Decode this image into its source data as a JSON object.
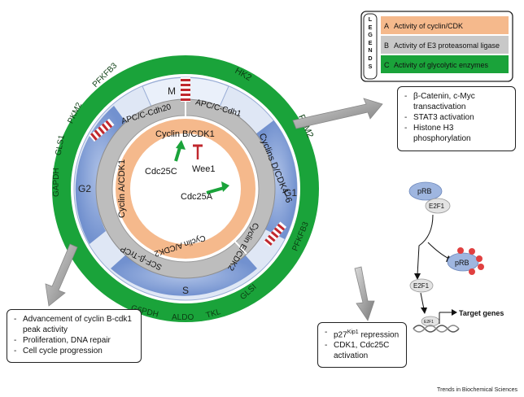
{
  "legend": {
    "title": "LEGENDS",
    "items": [
      {
        "key": "A",
        "label": "Activity of cyclin/CDK",
        "color": "#f5b98c"
      },
      {
        "key": "B",
        "label": "Activity of E3 proteasomal ligase",
        "color": "#c8c8c8"
      },
      {
        "key": "C",
        "label": "Activity of glycolytic enzymes",
        "color": "#1aa33a"
      }
    ]
  },
  "phases": {
    "M": "M",
    "G1": "G1",
    "S": "S",
    "G2": "G2"
  },
  "outer_enzymes": {
    "hk2": "HK2",
    "pkm2_right": "PKM2",
    "pfkfb3_right": "PFKFB3",
    "glsi_bottom": "GLSI",
    "tkl": "TKL",
    "aldo": "ALDO",
    "g6pdh": "G6PDH",
    "gapdh": "GAPDH",
    "gls1_left": "GLS1",
    "pkm2_left": "PKM2",
    "pfkfb3_top": "PFKFB3"
  },
  "e3_ligases": {
    "apc_cdh20": "APC/C-Cdh20",
    "apc_cdh1": "APC/C-Cdh1",
    "scf": "SCF-β-TrCP"
  },
  "cyclins": {
    "cyclin_b": "Cyclin B/CDK1",
    "cyclin_d": "Cyclins D/CDK4–6",
    "cyclin_e": "Cyclin E/CDK2",
    "cyclin_a2": "Cyclin A/CDK2",
    "cyclin_a1": "Cyclin A/CDK1"
  },
  "regulators": {
    "cdc25c": "Cdc25C",
    "wee1": "Wee1",
    "cdc25a": "Cdc25A"
  },
  "boxes": {
    "top_right": [
      "β-Catenin, c-Myc transactivation",
      "STAT3 activation",
      "Histone H3 phosphorylation"
    ],
    "bottom_left": [
      "Advancement of cyclin B-cdk1 peak activity",
      "Proliferation, DNA repair",
      "Cell cycle progression"
    ],
    "bottom_mid_1": "p27",
    "bottom_mid_1_sup": "Kip1",
    "bottom_mid_1_tail": " repression",
    "bottom_mid_2": "CDK1, Cdc25C activation"
  },
  "pathway": {
    "prb": "pRB",
    "e2f1": "E2F1",
    "prb2": "pRB",
    "e2f1_free": "E2F1",
    "e2f1_dna": "E2F1",
    "target": "Target genes"
  },
  "footer": "Trends in Biochemical Sciences",
  "colors": {
    "green": "#1aa33a",
    "blue_ring": "#dfe7f5",
    "blue_seg": "#6d8fcf",
    "gray": "#bdbdbd",
    "peach": "#f5b98c",
    "stripe_red": "#c0282e"
  }
}
